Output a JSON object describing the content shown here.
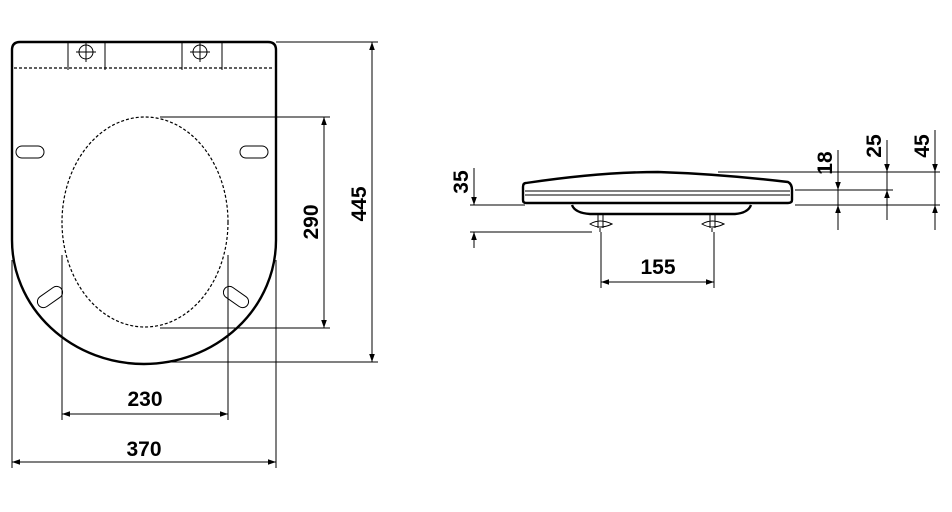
{
  "top_view": {
    "dimensions": {
      "inner_width": "230",
      "outer_width": "370",
      "inner_length": "290",
      "outer_length": "445"
    }
  },
  "side_view": {
    "dimensions": {
      "hinge_depth": "35",
      "hinge_spacing": "155",
      "seat_height": "18",
      "lid_height": "25",
      "total_height": "45"
    }
  },
  "colors": {
    "line": "#000000",
    "background": "#ffffff"
  }
}
